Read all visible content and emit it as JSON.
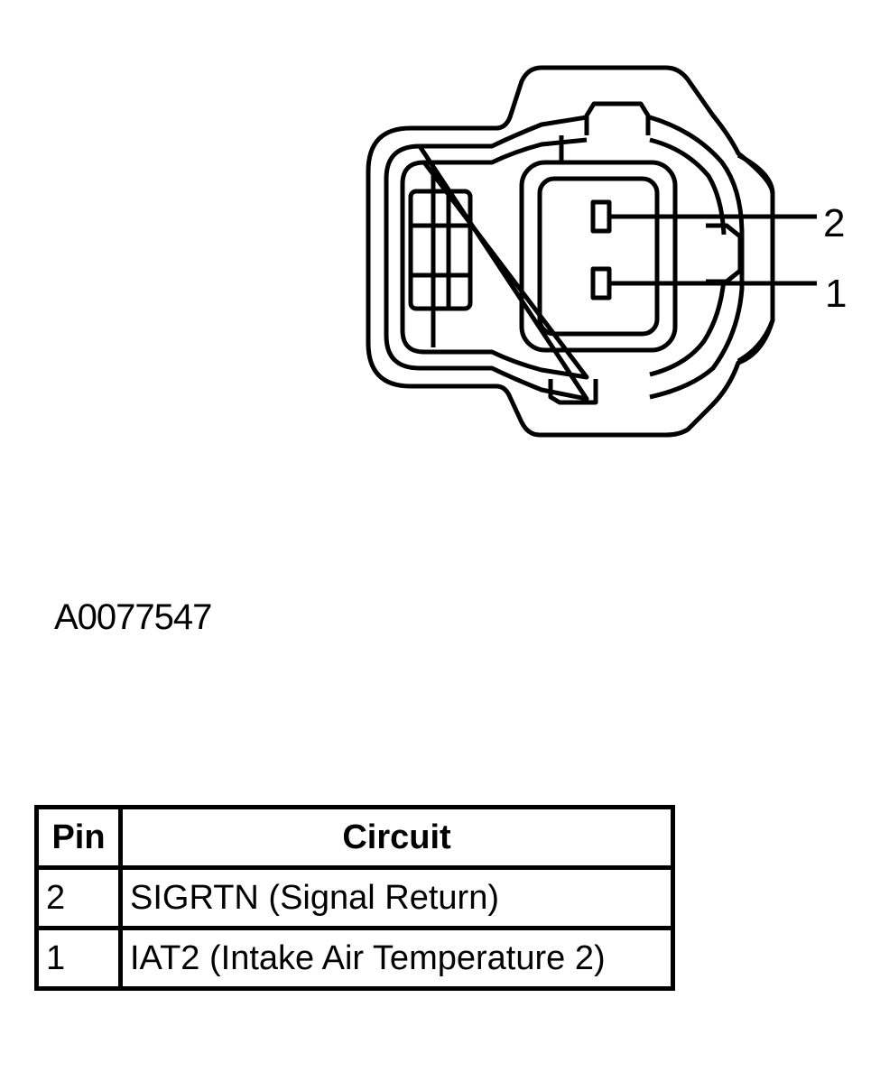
{
  "diagram": {
    "pin_labels": [
      "2",
      "1"
    ],
    "figure_id": "A0077547"
  },
  "table": {
    "headers": [
      "Pin",
      "Circuit"
    ],
    "rows": [
      {
        "pin": "2",
        "circuit": "SIGRTN (Signal Return)"
      },
      {
        "pin": "1",
        "circuit": "IAT2 (Intake Air Temperature 2)"
      }
    ]
  }
}
